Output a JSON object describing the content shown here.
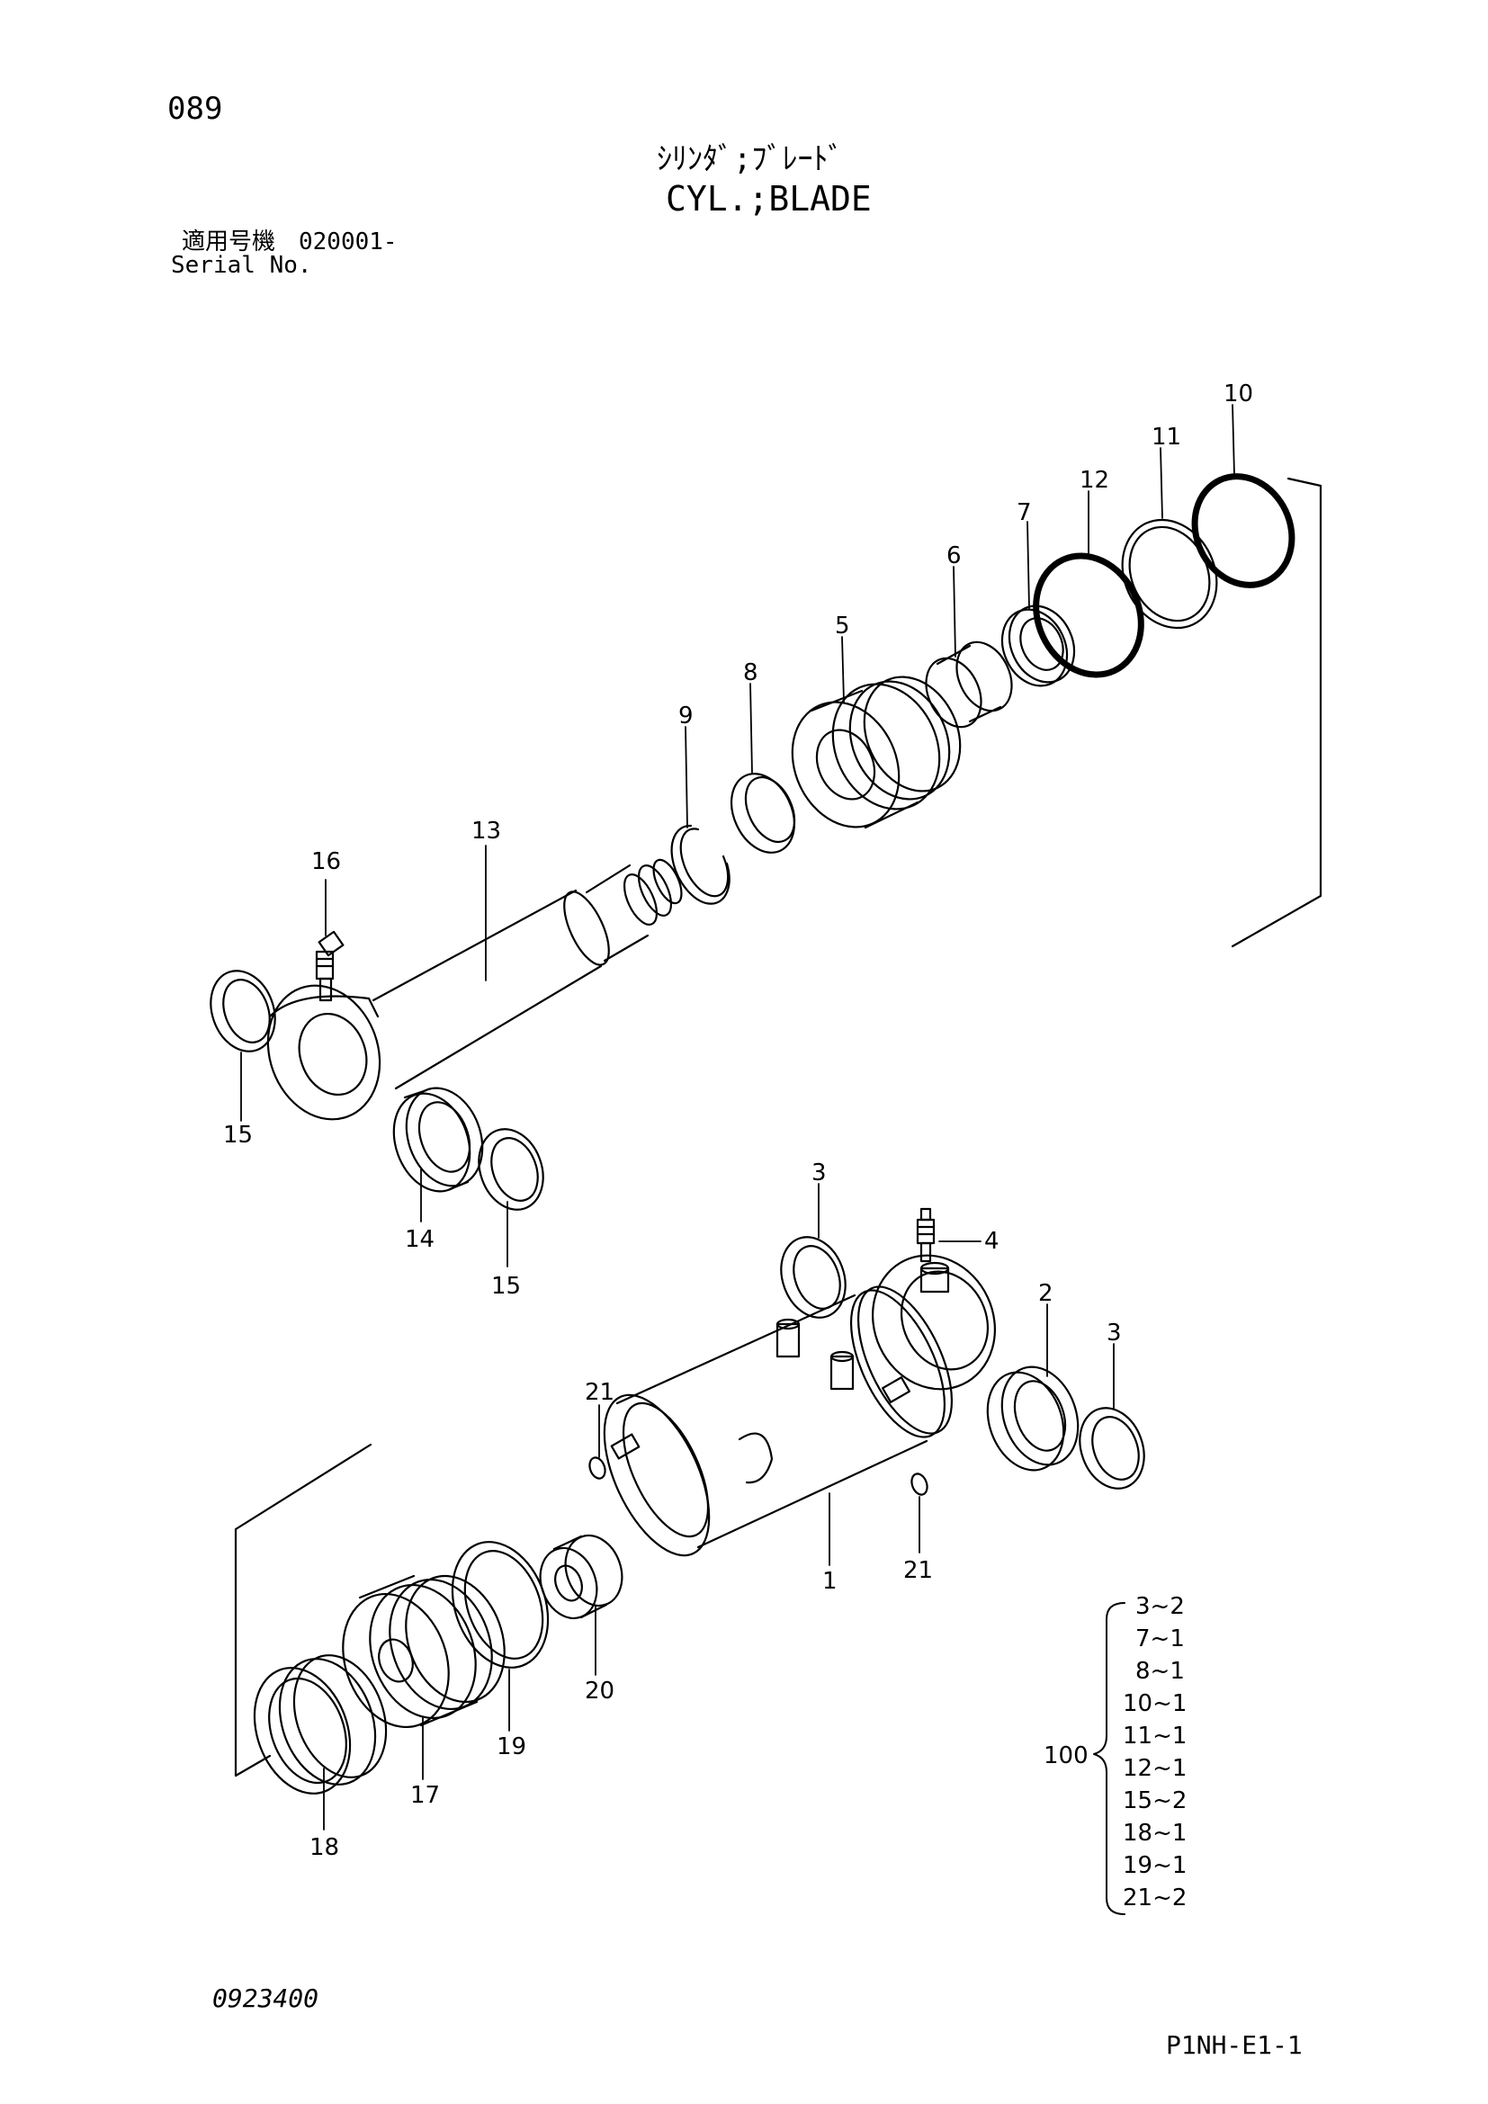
{
  "page": {
    "page_number": "089",
    "title_jp": "ｼﾘﾝﾀﾞ;ﾌﾞﾚｰﾄﾞ",
    "title_en": "CYL.;BLADE",
    "serial_label_jp": "適用号機　020001-",
    "serial_label_en": "Serial No.",
    "drawing_number": "0923400",
    "page_code": "P1NH-E1-1"
  },
  "callouts": [
    "1",
    "2",
    "3",
    "3",
    "4",
    "5",
    "6",
    "7",
    "8",
    "9",
    "10",
    "11",
    "12",
    "13",
    "14",
    "15",
    "15",
    "16",
    "17",
    "18",
    "19",
    "20",
    "21",
    "21"
  ],
  "kit": {
    "number": "100",
    "items": [
      "3~2",
      "7~1",
      "8~1",
      "10~1",
      "11~1",
      "12~1",
      "15~2",
      "18~1",
      "19~1",
      "21~2"
    ]
  }
}
